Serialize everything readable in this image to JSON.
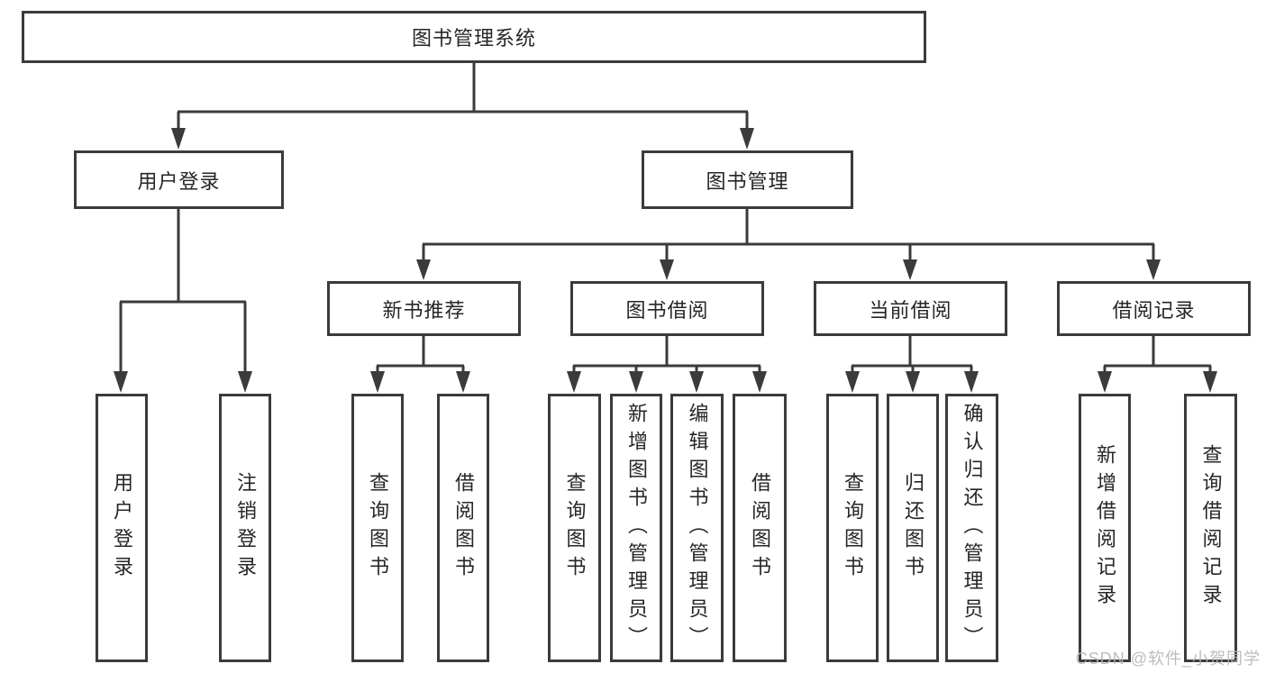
{
  "colors": {
    "line": "#3b3b3b",
    "box_border": "#3b3b3b",
    "text": "#262626",
    "watermark": "#b5b5b5",
    "background": "#ffffff"
  },
  "tree": {
    "root": {
      "label": "图书管理系统"
    },
    "branches": [
      {
        "label": "用户登录",
        "children": [
          {
            "label": "用户登录"
          },
          {
            "label": "注销登录"
          }
        ]
      },
      {
        "label": "图书管理",
        "children": [
          {
            "label": "新书推荐",
            "children": [
              {
                "label": "查询图书"
              },
              {
                "label": "借阅图书"
              }
            ]
          },
          {
            "label": "图书借阅",
            "children": [
              {
                "label": "查询图书"
              },
              {
                "label": "新增图书（管理员）"
              },
              {
                "label": "编辑图书（管理员）"
              },
              {
                "label": "借阅图书"
              }
            ]
          },
          {
            "label": "当前借阅",
            "children": [
              {
                "label": "查询图书"
              },
              {
                "label": "归还图书"
              },
              {
                "label": "确认归还（管理员）"
              }
            ]
          },
          {
            "label": "借阅记录",
            "children": [
              {
                "label": "新增借阅记录"
              },
              {
                "label": "查询借阅记录"
              }
            ]
          }
        ]
      }
    ]
  },
  "watermark": "CSDN @软件_小贺同学"
}
